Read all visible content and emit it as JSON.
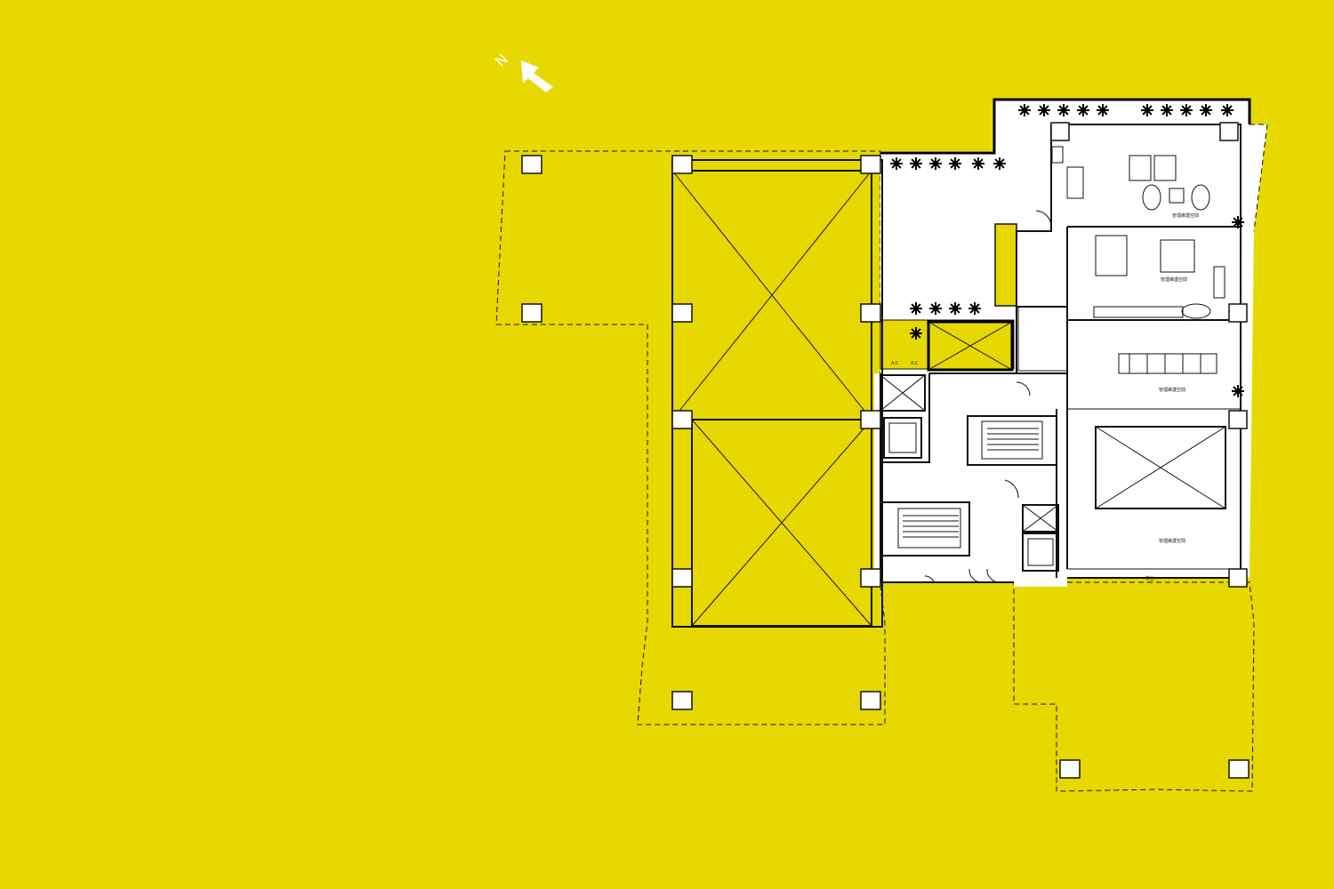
{
  "north_arrow": {
    "label": "N",
    "icon": "north-arrow-icon",
    "color": "#ffffff"
  },
  "background_color": "#e6d800",
  "room_labels": {
    "room_1": "管理維護空間",
    "room_2": "管理維護空間",
    "room_3": "管理維護空間",
    "room_4": "管理維護空間",
    "planter": "花台",
    "ac_1": "A.C",
    "ac_2": "A.C"
  },
  "icons": {
    "shrub": "shrub-icon",
    "column": "column-icon",
    "void": "void-icon",
    "stair": "stair-icon",
    "elevator": "elevator-icon",
    "bed": "bed-icon",
    "table": "dining-table-icon"
  }
}
